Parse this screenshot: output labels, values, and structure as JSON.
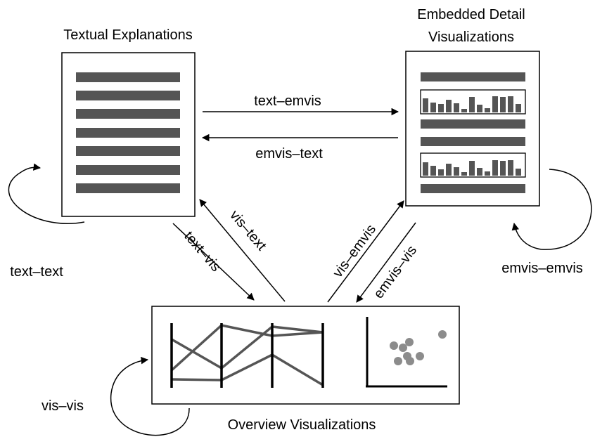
{
  "nodes": {
    "text": {
      "title": "Textual Explanations"
    },
    "emvis": {
      "title_line1": "Embedded Detail",
      "title_line2": "Visualizations"
    },
    "overview": {
      "title": "Overview Visualizations"
    }
  },
  "edges": {
    "text_emvis": "text–emvis",
    "emvis_text": "emvis–text",
    "text_text": "text–text",
    "emvis_emvis": "emvis–emvis",
    "vis_text": "vis–text",
    "text_vis": "text–vis",
    "vis_emvis": "vis–emvis",
    "emvis_vis": "emvis–vis",
    "vis_vis": "vis–vis"
  },
  "colors": {
    "bar": "#555555",
    "dot": "#8c8c8c",
    "line": "#000000"
  }
}
